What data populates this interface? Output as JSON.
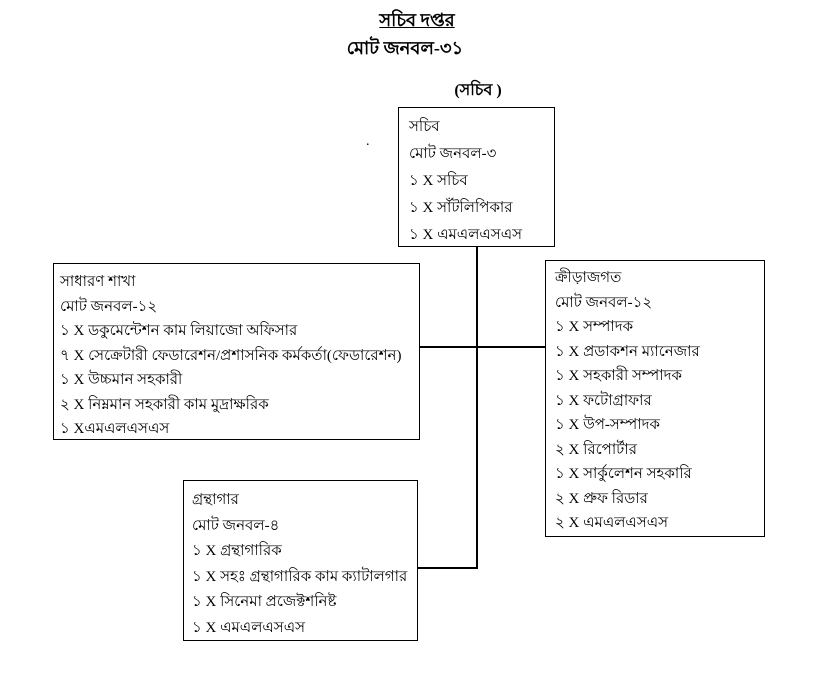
{
  "page": {
    "title": "সচিব দপ্তর",
    "subtitle": "মোট জনবল-৩১",
    "secretary_caption": "(সচিব )",
    "stray_mark": "."
  },
  "colors": {
    "background": "#ffffff",
    "text": "#000000",
    "line": "#000000"
  },
  "boxes": {
    "secretary": {
      "title": "সচিব",
      "total": "মোট জনবল-৩",
      "items": [
        "১ X সচিব",
        "১ X সাঁটলিপিকার",
        "১ X এমএলএসএস"
      ]
    },
    "general": {
      "title": "সাধারণ শাখা",
      "total": "মোট জনবল-১২",
      "items": [
        "১ X ডকুমেন্টেশন কাম লিয়াজো অফিসার",
        "৭ X সেক্রেটারী ফেডারেশন/প্রশাসনিক কর্মকর্তা(ফেডারেশন)",
        "১ X উচ্চমান সহকারী",
        "২ X নিম্নমান সহকারী কাম মুদ্রাক্ষরিক",
        "১ Xএমএলএসএস"
      ]
    },
    "sports": {
      "title": "ক্রীড়াজগত",
      "total": "মোট জনবল-১২",
      "items": [
        "১ X সম্পাদক",
        "১ X প্রডাকশন ম্যানেজার",
        "১ X সহকারী সম্পাদক",
        "১ X ফটোগ্রাফার",
        "১ X উপ-সম্পাদক",
        "২ X রিপোর্টার",
        "১ X সার্কুলেশন সহকারি",
        "২ X প্রুফ রিডার",
        "২ X এমএলএসএস"
      ]
    },
    "library": {
      "title": "গ্রন্থাগার",
      "total": "মোট জনবল-৪",
      "items": [
        "১ X গ্রন্থাগারিক",
        "১ X সহঃ গ্রন্থাগারিক কাম ক্যাটালগার",
        "১ X সিনেমা প্রজেক্টশনিষ্ট",
        "১ X এমএলএসএস"
      ]
    }
  }
}
